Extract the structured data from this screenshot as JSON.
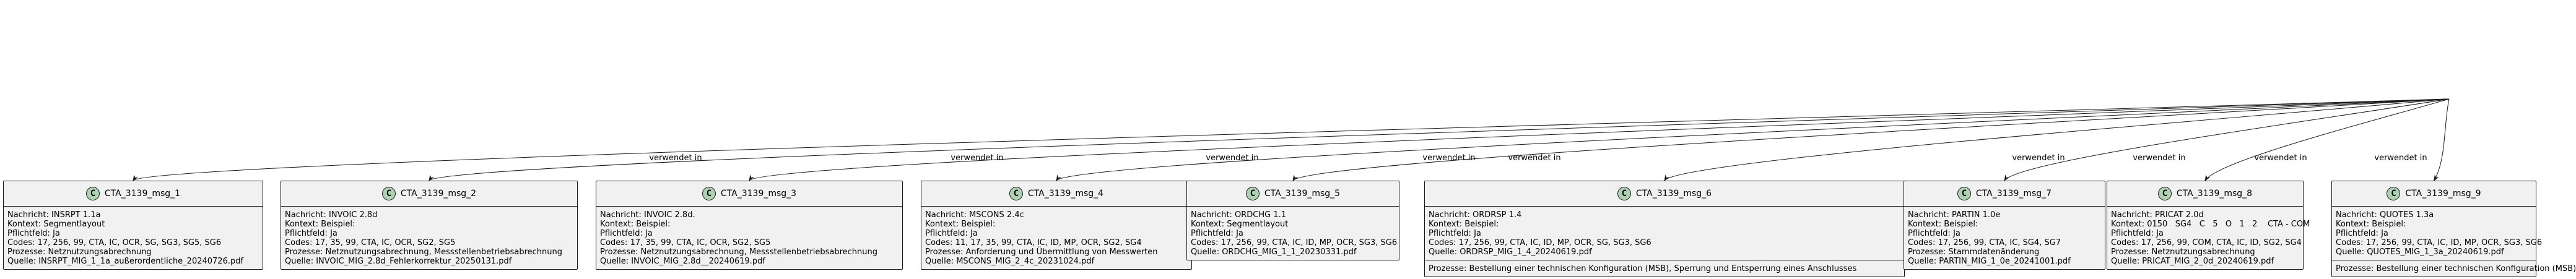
{
  "edge_label": "verwendet in",
  "nodes": [
    {
      "name": "CTA_3139_msg_1",
      "icon": "C",
      "lines": [
        "Nachricht: INSRPT 1.1a",
        "Kontext: Segmentlayout",
        "Pflichtfeld: Ja",
        "Codes: 17, 256, 99, CTA, IC, OCR, SG, SG3, SG5, SG6",
        "Prozesse: Netznutzungsabrechnung",
        "Quelle: INSRPT_MIG_1_1a_außerordentliche_20240726.pdf"
      ],
      "footer": []
    },
    {
      "name": "CTA_3139_msg_2",
      "icon": "C",
      "lines": [
        "Nachricht: INVOIC 2.8d",
        "Kontext: Beispiel:",
        "Pflichtfeld: Ja",
        "Codes: 17, 35, 99, CTA, IC, OCR, SG2, SG5",
        "Prozesse: Netznutzungsabrechnung, Messstellenbetriebsabrechnung",
        "Quelle: INVOIC_MIG_2.8d_Fehlerkorrektur_20250131.pdf"
      ],
      "footer": []
    },
    {
      "name": "CTA_3139_msg_3",
      "icon": "C",
      "lines": [
        "Nachricht: INVOIC 2.8d.",
        "Kontext: Beispiel:",
        "Pflichtfeld: Ja",
        "Codes: 17, 35, 99, CTA, IC, OCR, SG2, SG5",
        "Prozesse: Netznutzungsabrechnung, Messstellenbetriebsabrechnung",
        "Quelle: INVOIC_MIG_2.8d__20240619.pdf"
      ],
      "footer": []
    },
    {
      "name": "CTA_3139_msg_4",
      "icon": "C",
      "lines": [
        "Nachricht: MSCONS 2.4c",
        "Kontext: Beispiel:",
        "Pflichtfeld: Ja",
        "Codes: 11, 17, 35, 99, CTA, IC, ID, MP, OCR, SG2, SG4",
        "Prozesse: Anforderung und Übermittlung von Messwerten",
        "Quelle: MSCONS_MIG_2_4c_20231024.pdf"
      ],
      "footer": []
    },
    {
      "name": "CTA_3139_msg_5",
      "icon": "C",
      "lines": [
        "Nachricht: ORDCHG 1.1",
        "Kontext: Segmentlayout",
        "Pflichtfeld: Ja",
        "Codes: 17, 256, 99, CTA, IC, ID, MP, OCR, SG3, SG6",
        "Quelle: ORDCHG_MIG_1_1_20230331.pdf"
      ],
      "footer": []
    },
    {
      "name": "CTA_3139_msg_6",
      "icon": "C",
      "lines": [
        "Nachricht: ORDRSP 1.4",
        "Kontext: Beispiel:",
        "Pflichtfeld: Ja",
        "Codes: 17, 256, 99, CTA, IC, ID, MP, OCR, SG, SG3, SG6",
        "Quelle: ORDRSP_MIG_1_4_20240619.pdf"
      ],
      "footer": [
        "Prozesse: Bestellung einer technischen Konfiguration (MSB), Sperrung und Entsperrung eines Anschlusses"
      ]
    },
    {
      "name": "CTA_3139_msg_7",
      "icon": "C",
      "lines": [
        "Nachricht: PARTIN 1.0e",
        "Kontext: Beispiel:",
        "Pflichtfeld: Ja",
        "Codes: 17, 256, 99, CTA, IC, SG4, SG7",
        "Prozesse: Stammdatenänderung",
        "Quelle: PARTIN_MIG_1_0e_20241001.pdf"
      ],
      "footer": []
    },
    {
      "name": "CTA_3139_msg_8",
      "icon": "C",
      "lines": [
        "Nachricht: PRICAT 2.0d",
        "Kontext: 0150   SG4   C   5   O   1   2    CTA - COM",
        "Pflichtfeld: Ja",
        "Codes: 17, 256, 99, COM, CTA, IC, ID, SG2, SG4",
        "Prozesse: Netznutzungsabrechnung",
        "Quelle: PRICAT_MIG_2_0d_20240619.pdf"
      ],
      "footer": []
    },
    {
      "name": "CTA_3139_msg_9",
      "icon": "C",
      "lines": [
        "Nachricht: QUOTES 1.3a",
        "Kontext: Beispiel:",
        "Pflichtfeld: Ja",
        "Codes: 17, 256, 99, CTA, IC, ID, MP, OCR, SG3, SG6",
        "Quelle: QUOTES_MIG_1_3a_20240619.pdf"
      ],
      "footer": [
        "Prozesse: Bestellung einer technischen Konfiguration (MSB)"
      ]
    }
  ]
}
